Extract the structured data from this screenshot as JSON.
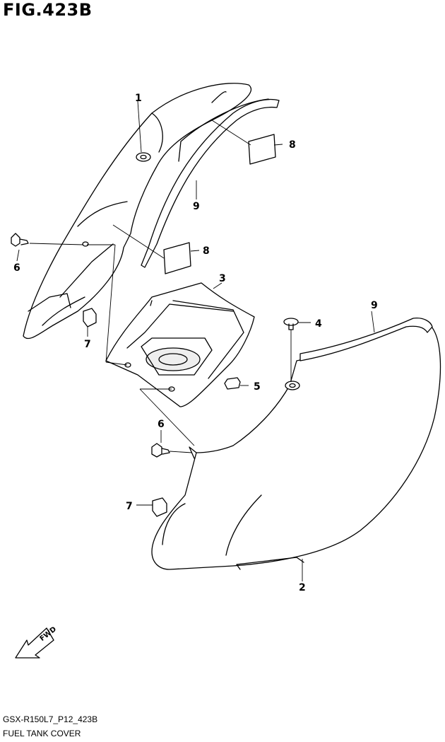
{
  "figure": {
    "title": "FIG.423B",
    "model_code": "GSX-R150L7_P12_423B",
    "caption": "FUEL TANK COVER"
  },
  "callouts": [
    {
      "id": "c1",
      "number": "1"
    },
    {
      "id": "c2",
      "number": "2"
    },
    {
      "id": "c3",
      "number": "3"
    },
    {
      "id": "c4",
      "number": "4"
    },
    {
      "id": "c5",
      "number": "5"
    },
    {
      "id": "c6a",
      "number": "6"
    },
    {
      "id": "c6b",
      "number": "6"
    },
    {
      "id": "c7a",
      "number": "7"
    },
    {
      "id": "c7b",
      "number": "7"
    },
    {
      "id": "c8a",
      "number": "8"
    },
    {
      "id": "c8b",
      "number": "8"
    },
    {
      "id": "c9a",
      "number": "9"
    },
    {
      "id": "c9b",
      "number": "9"
    }
  ],
  "fwd_arrow": {
    "label": "FWD"
  },
  "colors": {
    "line": "#000000",
    "part_fill": "#ffffff",
    "shade": "#e6e6e6"
  }
}
